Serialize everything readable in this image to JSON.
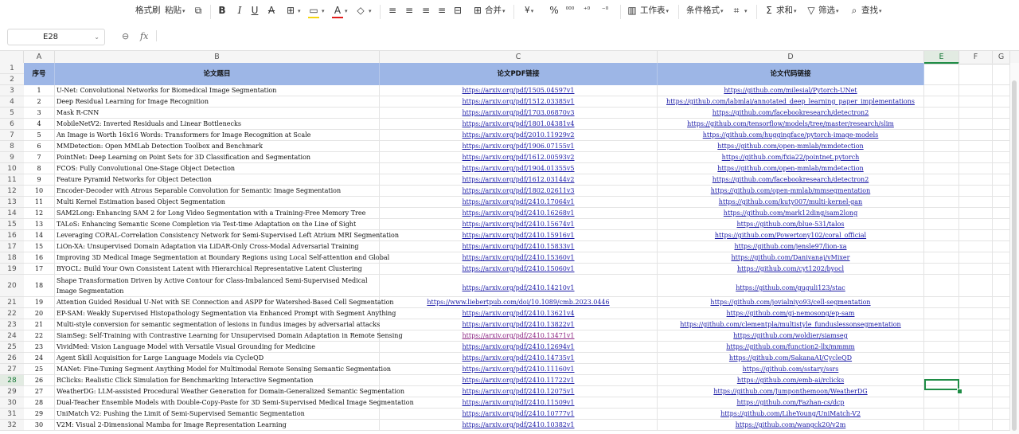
{
  "toolbar": {
    "format_painter": "格式刷",
    "paste": "粘贴",
    "bold": "B",
    "italic": "I",
    "underline": "U",
    "strikethrough": "A",
    "merge": "合并",
    "currency": "¥",
    "percent": "%",
    "thousands": "⁰⁰⁰",
    "dec_increase": "⁺⁰",
    "dec_decrease": "⁻⁰",
    "worksheet": "工作表",
    "conditional_format": "条件格式",
    "autosum": "求和",
    "filter": "筛选",
    "find": "查找",
    "font_color": "#e11b1b",
    "fill_color": "#f5d60f"
  },
  "formula_bar": {
    "cell_ref": "E28",
    "fx": "fx"
  },
  "columns": [
    "A",
    "B",
    "C",
    "D",
    "E",
    "F",
    "G"
  ],
  "selected_cell": "E28",
  "header_row": {
    "a": "序号",
    "b": "论文题目",
    "c": "论文PDF链接",
    "d": "论文代码链接"
  },
  "rows": [
    {
      "row": "3",
      "no": "1",
      "title": "U-Net: Convolutional Networks for Biomedical Image Segmentation",
      "pdf": "https://arxiv.org/pdf/1505.04597v1",
      "code": "https://github.com/milesial/Pytorch-UNet"
    },
    {
      "row": "4",
      "no": "2",
      "title": "Deep Residual Learning for Image Recognition",
      "pdf": "https://arxiv.org/pdf/1512.03385v1",
      "code": "https://github.com/labmlai/annotated_deep_learning_paper_implementations"
    },
    {
      "row": "5",
      "no": "3",
      "title": "Mask R-CNN",
      "pdf": "https://arxiv.org/pdf/1703.06870v3",
      "code": "https://github.com/facebookresearch/detectron2"
    },
    {
      "row": "6",
      "no": "4",
      "title": "MobileNetV2: Inverted Residuals and Linear Bottlenecks",
      "pdf": "https://arxiv.org/pdf/1801.04381v4",
      "code": "https://github.com/tensorflow/models/tree/master/research/slim"
    },
    {
      "row": "7",
      "no": "5",
      "title": "An Image is Worth 16x16 Words: Transformers for Image Recognition at Scale",
      "pdf": "https://arxiv.org/pdf/2010.11929v2",
      "code": "https://github.com/huggingface/pytorch-image-models"
    },
    {
      "row": "8",
      "no": "6",
      "title": "MMDetection: Open MMLab Detection Toolbox and Benchmark",
      "pdf": "https://arxiv.org/pdf/1906.07155v1",
      "code": "https://github.com/open-mmlab/mmdetection"
    },
    {
      "row": "9",
      "no": "7",
      "title": "PointNet: Deep Learning on Point Sets for 3D Classification and Segmentation",
      "pdf": "https://arxiv.org/pdf/1612.00593v2",
      "code": "https://github.com/fxia22/pointnet.pytorch"
    },
    {
      "row": "10",
      "no": "8",
      "title": "FCOS: Fully Convolutional One-Stage Object Detection",
      "pdf": "https://arxiv.org/pdf/1904.01355v5",
      "code": "https://github.com/open-mmlab/mmdetection"
    },
    {
      "row": "11",
      "no": "9",
      "title": "Feature Pyramid Networks for Object Detection",
      "pdf": "https://arxiv.org/pdf/1612.03144v2",
      "code": "https://github.com/facebookresearch/detectron2"
    },
    {
      "row": "12",
      "no": "10",
      "title": "Encoder-Decoder with Atrous Separable Convolution for Semantic Image Segmentation",
      "pdf": "https://arxiv.org/pdf/1802.02611v3",
      "code": "https://github.com/open-mmlab/mmsegmentation"
    },
    {
      "row": "13",
      "no": "11",
      "title": "Multi Kernel Estimation based Object Segmentation",
      "pdf": "https://arxiv.org/pdf/2410.17064v1",
      "code": "https://github.com/kuty007/multi-kernel-gan"
    },
    {
      "row": "14",
      "no": "12",
      "title": "SAM2Long: Enhancing SAM 2 for Long Video Segmentation with a Training-Free Memory Tree",
      "pdf": "https://arxiv.org/pdf/2410.16268v1",
      "code": "https://github.com/mark12ding/sam2long"
    },
    {
      "row": "15",
      "no": "13",
      "title": "TALoS: Enhancing Semantic Scene Completion via Test-time Adaptation on the Line of Sight",
      "pdf": "https://arxiv.org/pdf/2410.15674v1",
      "code": "https://github.com/blue-531/talos"
    },
    {
      "row": "16",
      "no": "14",
      "title": "Leveraging CORAL-Correlation Consistency Network for Semi-Supervised Left Atrium MRI Segmentation",
      "pdf": "https://arxiv.org/pdf/2410.15916v1",
      "code": "https://github.com/Powertony102/coral_official"
    },
    {
      "row": "17",
      "no": "15",
      "title": "LiOn-XA: Unsupervised Domain Adaptation via LiDAR-Only Cross-Modal Adversarial Training",
      "pdf": "https://arxiv.org/pdf/2410.15833v1",
      "code": "https://github.com/jensle97/lion-xa"
    },
    {
      "row": "18",
      "no": "16",
      "title": "Improving 3D Medical Image Segmentation at Boundary Regions using Local Self-attention and Global",
      "pdf": "https://arxiv.org/pdf/2410.15360v1",
      "code": "https://github.com/Danivanaj/vMixer"
    },
    {
      "row": "19",
      "no": "17",
      "title": "BYOCL: Build Your Own Consistent Latent with Hierarchical Representative Latent Clustering",
      "pdf": "https://arxiv.org/pdf/2410.15060v1",
      "code": "https://github.com/cyt1202/byocl"
    },
    {
      "row": "20",
      "no": "18",
      "title": "Shape Transformation Driven by Active Contour for Class-Imbalanced Semi-Supervised Medical Image Segmentation",
      "pdf": "https://arxiv.org/pdf/2410.14210v1",
      "code": "https://github.com/guguli123/stac"
    },
    {
      "row": "21",
      "no": "19",
      "title": "Attention Guided Residual U-Net with SE Connection and ASPP for Watershed-Based Cell Segmentation",
      "pdf": "https://www.liebertpub.com/doi/10.1089/cmb.2023.0446",
      "code": "https://github.com/jovialniyo93/cell-segmentation"
    },
    {
      "row": "22",
      "no": "20",
      "title": "EP-SAM: Weakly Supervised Histopathology Segmentation via Enhanced Prompt with Segment Anything",
      "pdf": "https://arxiv.org/pdf/2410.13621v4",
      "code": "https://github.com/gi-nemosong/ep-sam"
    },
    {
      "row": "23",
      "no": "21",
      "title": "Multi-style conversion for semantic segmentation of lesions in fundus images by adversarial attacks",
      "pdf": "https://arxiv.org/pdf/2410.13822v1",
      "code": "https://github.com/clementpla/multistyle_funduslessonsegmentation"
    },
    {
      "row": "24",
      "no": "22",
      "title": "SiamSeg: Self-Training with Contrastive Learning for Unsupervised Domain Adaptation in Remote Sensing",
      "pdf": "https://arxiv.org/pdf/2410.13471v1",
      "code": "https://github.com/woldier/siamseg"
    },
    {
      "row": "25",
      "no": "23",
      "title": "VividMed: Vision Language Model with Versatile Visual Grounding for Medicine",
      "pdf": "https://arxiv.org/pdf/2410.12694v1",
      "code": "https://github.com/function2-llx/mmmm"
    },
    {
      "row": "26",
      "no": "24",
      "title": "Agent Skill Acquisition for Large Language Models via CycleQD",
      "pdf": "https://arxiv.org/pdf/2410.14735v1",
      "code": "https://github.com/SakanaAI/CycleQD"
    },
    {
      "row": "27",
      "no": "25",
      "title": "MANet: Fine-Tuning Segment Anything Model for Multimodal Remote Sensing Semantic Segmentation",
      "pdf": "https://arxiv.org/pdf/2410.11160v1",
      "code": "https://github.com/sstary/ssrs"
    },
    {
      "row": "28",
      "no": "26",
      "title": "RClicks: Realistic Click Simulation for Benchmarking Interactive Segmentation",
      "pdf": "https://arxiv.org/pdf/2410.11722v1",
      "code": "https://github.com/emb-ai/rclicks"
    },
    {
      "row": "29",
      "no": "27",
      "title": "WeatherDG: LLM-assisted Procedural Weather Generation for Domain-Generalized Semantic Segmentation",
      "pdf": "https://arxiv.org/pdf/2410.12075v1",
      "code": "https://github.com/Jumponthemoon/WeatherDG"
    },
    {
      "row": "30",
      "no": "28",
      "title": "Dual-Teacher Ensemble Models with Double-Copy-Paste for 3D Semi-Supervised Medical Image Segmentation",
      "pdf": "https://arxiv.org/pdf/2410.11509v1",
      "code": "https://github.com/Fazhan-cs/dcp"
    },
    {
      "row": "31",
      "no": "29",
      "title": "UniMatch V2: Pushing the Limit of Semi-Supervised Semantic Segmentation",
      "pdf": "https://arxiv.org/pdf/2410.10777v1",
      "code": "https://github.com/LiheYoung/UniMatch-V2"
    },
    {
      "row": "32",
      "no": "30",
      "title": "V2M: Visual 2-Dimensional Mamba for Image Representation Learning",
      "pdf": "https://arxiv.org/pdf/2410.10382v1",
      "code": "https://github.com/wangck20/v2m"
    }
  ]
}
